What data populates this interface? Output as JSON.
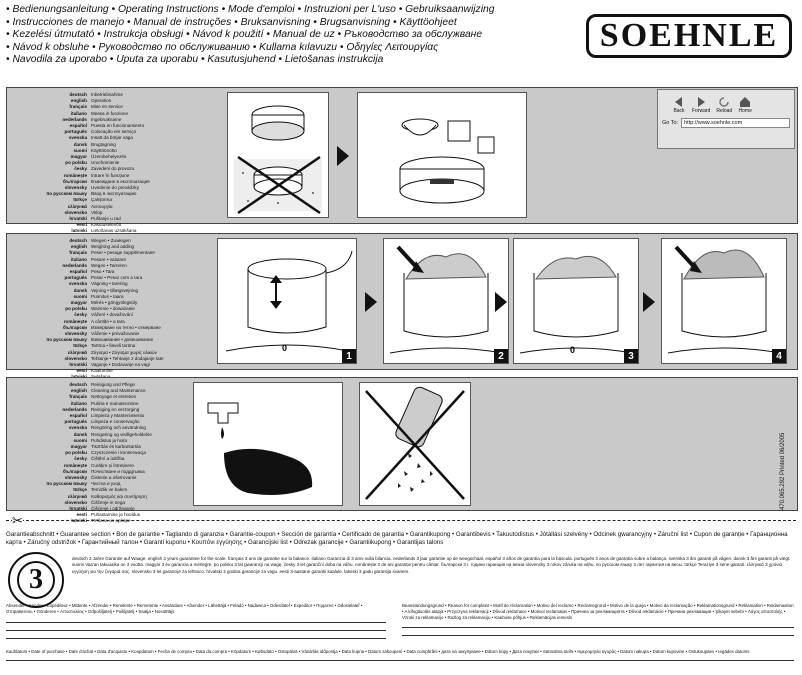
{
  "header": {
    "lines": [
      "• Bedienungsanleitung • Operating Instructions • Mode d'emploi • Instruzioni per L'uso • Gebruiksaanwijzing",
      "• Instrucciones de manejo • Manual de instruções • Bruksanvisning • Brugsanvisning • Käyttöohjeet",
      "• Kezelési útmutató • Instrukcja obsługi • Návod k použití • Manual de uz • Ръководство за обслужване",
      "• Návod k obsluhe • Руководство по обслуживанию • Kullama kılavuzu • Οδηγίες Λειτουργίας",
      "• Navodila za uporabo • Uputa za uporabu • Kasutusjuhend • Lietošanas instrukcija"
    ]
  },
  "logo": {
    "text": "SOEHNLE"
  },
  "languages": [
    "deutsch",
    "english",
    "français",
    "italiano",
    "nederlands",
    "español",
    "português",
    "svenska",
    "dansk",
    "suomi",
    "magyar",
    "po polsku",
    "česky",
    "românește",
    "български",
    "slovensky",
    "по русском языку",
    "türkçe",
    "ελληνικά",
    "slovensko",
    "hrvatski",
    "eesti",
    "latviski"
  ],
  "sections": [
    {
      "id": "start",
      "texts": [
        "Inbetriebnahme",
        "Operation",
        "Mise en service",
        "Messa in funzione",
        "Ingebruikname",
        "Puesta en funcionamiento",
        "Colocação em serviço",
        "Insatt da börjar väga",
        "Brugtagning",
        "Käyttöönotto",
        "Üzembehelyezés",
        "Uruchomienie",
        "Zavedení do provozu",
        "Intrare în funcțiune",
        "Въвеждане в експлоатация",
        "Uvedenie do prevádzky",
        "Ввод в эксплуатацию",
        "Çalıştırma",
        "Λειτουργία",
        "Vklop",
        "Puštanje u rad",
        "Kasutuselevõtt",
        "Lietošanas uzsākšana"
      ]
    },
    {
      "id": "weighing",
      "texts": [
        "Wiegen • Zuwiegen",
        "Weighing and adding",
        "Peser • pesage supplémentaire",
        "Pesare • valutare",
        "Wegen • Tarreren",
        "Peso • Tara",
        "Pesar • Pesar com a tara",
        "Vägning • tarering",
        "Vejning • tillægsvejning",
        "Punnitus • taara",
        "Mérés • göngyölegsúly",
        "Ważenie • doważanie",
        "Vážení • dovažování",
        "A cântări • a tara",
        "Измерване на тегло • отмерване",
        "Váženie • prevažovanie",
        "Взвешивание • довешивание",
        "Tartma • İlaveli tartma",
        "Ζύγισμα • Ζύγισμα χωρίς υλικών",
        "Tehtanje • Tehtanje z dodajanje tate",
        "Vaganje • Dodavanje na vagi",
        "Kaalumine",
        "Svēršana"
      ],
      "steps": [
        "1",
        "2",
        "3",
        "4"
      ]
    },
    {
      "id": "cleaning",
      "texts": [
        "Reinigung und Pflege",
        "Cleaning and Maintenance",
        "Nettoyage et entretien",
        "Pulizia e manutenzione",
        "Reiniging en verzorging",
        "Limpieza y Mantenimiento",
        "Limpeza e conservação",
        "Rengöring och användning",
        "Rengøring og vedligeholdelse",
        "Puhdistus ja hoito",
        "Tisztítás és karbantartás",
        "Czyszczenie i konserwacja",
        "Čištění a údržba",
        "Curățire și întreținere",
        "Почистване и поддръжка",
        "Čistenie a ošetrovanie",
        "Чистка и уход",
        "Temizlik ve bakım",
        "Καθαρισμός και συντήρηση",
        "Čiščenje in nega",
        "Čišćenje i održavanje",
        "Puhastamine ja hooldus",
        "Tīrīšana un apkope"
      ]
    }
  ],
  "browser": {
    "buttons": [
      "Back",
      "Forward",
      "Reload",
      "Home"
    ],
    "goto_label": "Go To:",
    "url": "http://www.soehnle.com"
  },
  "printed": "470.065.292   Printed   06/2005",
  "guarantee": {
    "title": "Garantieabschnitt • Guarantee section • Bon de garantie • Tagliando di garanzia • Garantie-coupon • Sección de garantía • Certificado de garantia • Garantikupong • Garantibevis • Takuutodistus • Jótállási szelvény • Odcinek gwarancyjny • Záruční list • Cupon de garanție • Гаранционна карта • Záručný odstrižok • Гарантийный талон • Garanti kuponu • Κουπόνι εγγύησης • Garancijski list • Odrezak garancije • Garantiikupong • Garantijas talons",
    "seal_number": "3",
    "text": "deutsch 3 Jahre Garantie auf Waage. english 3 years guarantee for the scale. français 3 ans de garantie sur la balance. italiano Garanzia di 3 anni sulla bilancia. nederlands 3 jaar garantie op de weegschaal. español 3 años de garantía para la báscula. português 3 anos de garantia sobre a balança. svenska 3 års garanti på vågen. dansk 3 års garanti på vægt. suomi Vaa'an takuuaika on 3 vuotta. magyar 3 év garancia a mérlegre. po polsku 3 lat gwarancji na wagę. česky 3 let garanční doba na váhu. românește 3 de ani garanție pentru cântar. български 3 г. години гаранция на везна slovensky 3 rokov záruka na váhu. по русском языку 3 лет гарантия на весы. türkçe Teraziye 3 sene garanti. ελληνικά 3 χρόνια εγγύηση για την ζυγαριά σας. slovensko 3 let garancije za tehtnico. hrvatski 3 godina garancije za vagu. eesti 3-aastane garantii kaalule. latviski 3 gadu garantija svariem."
  },
  "form": {
    "sender": "Absender • Sender • Expéditeur • Mittente • Afzender • Remitente • Remetente • Avsändare • Afsender • Lähettäjä • Feladó • Nadawca • Odesílatel • Expeditor • Подател • Odosielateľ • Отправитель • Gönderen • Αποστολέας • Odpošiljatelj • Pošiljatelj • Saatja • Nosūtītājs",
    "complaint": "Beanstandungsgrund • Reason for complaint • Motif de réclamation • Motivo del reclamo • Reclamegrond • Motivo de la queja • Motivo da reclamação • Reklamationsgrund • Reklamation • Reklamaation • A kifogásolás alapja • Przyczyna reklamacji • Důvod reklamace • Motivul reclamației • Причина за рекламацията • Dôvod reklamácie • Причина рекламации • Şikayet sebebi • Λόγος αποστολής • Vzroki za reklamacijo • Razlog za reklamaciju • Kaebuse põhjus • Reklamācijas iemesls",
    "purchase": "Kaufdatum • Date of purchase • Date d'achat • Data d'acquisto • Koopdatum • Fecha de compra • Data da compra • Köpdatum • Købsdato • Ostopäivä • Vásárlás időpontja • Data kupna • Datum zakoupení • Data cumpărării • дата на закупуване • Dátum kúpy • Дата покупки • Satınalma tarihi • Ημερομηνία αγοράς • Datum nakupa • Datum kupovine • Ostukuupäev • Iegādes datums"
  }
}
